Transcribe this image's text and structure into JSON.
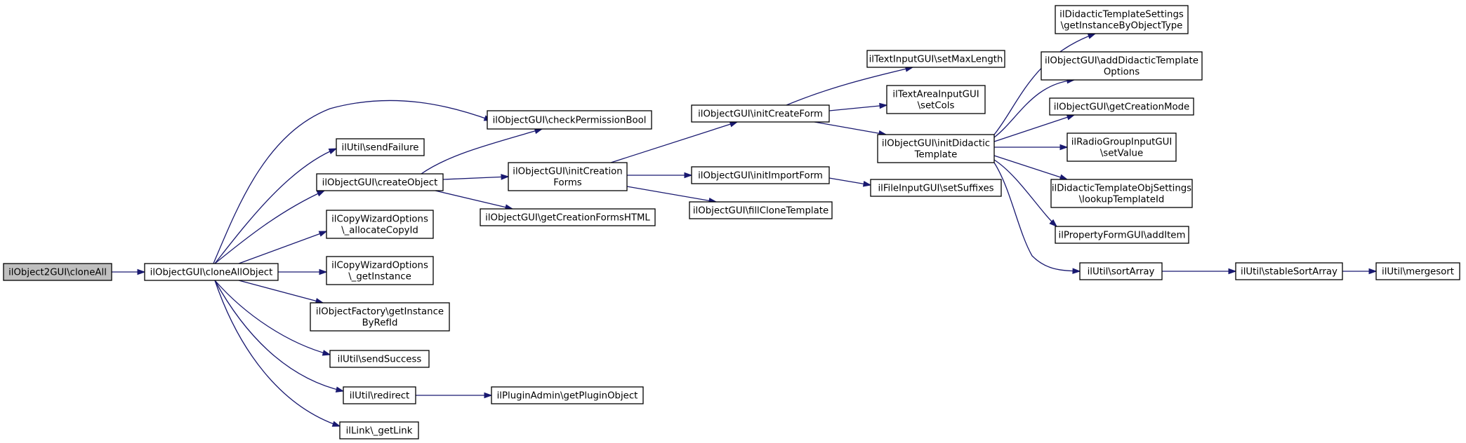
{
  "nodes": [
    {
      "id": "root",
      "lines": [
        "ilObject2GUI\\cloneAll"
      ],
      "root": true
    },
    {
      "id": "cloneAllObject",
      "lines": [
        "ilObjectGUI\\cloneAllObject"
      ]
    },
    {
      "id": "checkPermissionBool",
      "lines": [
        "ilObjectGUI\\checkPermissionBool"
      ]
    },
    {
      "id": "sendFailure",
      "lines": [
        "ilUtil\\sendFailure"
      ]
    },
    {
      "id": "createObject",
      "lines": [
        "ilObjectGUI\\createObject"
      ]
    },
    {
      "id": "allocateCopyId",
      "lines": [
        "ilCopyWizardOptions",
        "\\_allocateCopyId"
      ]
    },
    {
      "id": "getInstanceCWO",
      "lines": [
        "ilCopyWizardOptions",
        "\\_getInstance"
      ]
    },
    {
      "id": "getInstanceByRefId",
      "lines": [
        "ilObjectFactory\\getInstance",
        "ByRefId"
      ]
    },
    {
      "id": "sendSuccess",
      "lines": [
        "ilUtil\\sendSuccess"
      ]
    },
    {
      "id": "redirect",
      "lines": [
        "ilUtil\\redirect"
      ]
    },
    {
      "id": "getLink",
      "lines": [
        "ilLink\\_getLink"
      ]
    },
    {
      "id": "getPluginObject",
      "lines": [
        "ilPluginAdmin\\getPluginObject"
      ]
    },
    {
      "id": "initCreationForms",
      "lines": [
        "ilObjectGUI\\initCreation",
        "Forms"
      ]
    },
    {
      "id": "getCreationFormsHTML",
      "lines": [
        "ilObjectGUI\\getCreationFormsHTML"
      ]
    },
    {
      "id": "initCreateForm",
      "lines": [
        "ilObjectGUI\\initCreateForm"
      ]
    },
    {
      "id": "initImportForm",
      "lines": [
        "ilObjectGUI\\initImportForm"
      ]
    },
    {
      "id": "fillCloneTemplate",
      "lines": [
        "ilObjectGUI\\fillCloneTemplate"
      ]
    },
    {
      "id": "setMaxLength",
      "lines": [
        "ilTextInputGUI\\setMaxLength"
      ]
    },
    {
      "id": "setCols",
      "lines": [
        "ilTextAreaInputGUI",
        "\\setCols"
      ]
    },
    {
      "id": "initDidacticTemplate",
      "lines": [
        "ilObjectGUI\\initDidactic",
        "Template"
      ]
    },
    {
      "id": "setSuffixes",
      "lines": [
        "ilFileInputGUI\\setSuffixes"
      ]
    },
    {
      "id": "getInstanceByObjectType",
      "lines": [
        "ilDidacticTemplateSettings",
        "\\getInstanceByObjectType"
      ]
    },
    {
      "id": "addDidacticTemplateOptions",
      "lines": [
        "ilObjectGUI\\addDidacticTemplate",
        "Options"
      ]
    },
    {
      "id": "getCreationMode",
      "lines": [
        "ilObjectGUI\\getCreationMode"
      ]
    },
    {
      "id": "setValue",
      "lines": [
        "ilRadioGroupInputGUI",
        "\\setValue"
      ]
    },
    {
      "id": "lookupTemplateId",
      "lines": [
        "ilDidacticTemplateObjSettings",
        "\\lookupTemplateId"
      ]
    },
    {
      "id": "addItem",
      "lines": [
        "ilPropertyFormGUI\\addItem"
      ]
    },
    {
      "id": "sortArray",
      "lines": [
        "ilUtil\\sortArray"
      ]
    },
    {
      "id": "stableSortArray",
      "lines": [
        "ilUtil\\stableSortArray"
      ]
    },
    {
      "id": "mergesort",
      "lines": [
        "ilUtil\\mergesort"
      ]
    }
  ],
  "edges": [
    [
      "root",
      "cloneAllObject"
    ],
    [
      "cloneAllObject",
      "checkPermissionBool"
    ],
    [
      "cloneAllObject",
      "sendFailure"
    ],
    [
      "cloneAllObject",
      "createObject"
    ],
    [
      "cloneAllObject",
      "allocateCopyId"
    ],
    [
      "cloneAllObject",
      "getInstanceCWO"
    ],
    [
      "cloneAllObject",
      "getInstanceByRefId"
    ],
    [
      "cloneAllObject",
      "sendSuccess"
    ],
    [
      "cloneAllObject",
      "redirect"
    ],
    [
      "cloneAllObject",
      "getLink"
    ],
    [
      "createObject",
      "checkPermissionBool"
    ],
    [
      "createObject",
      "initCreationForms"
    ],
    [
      "createObject",
      "getCreationFormsHTML"
    ],
    [
      "redirect",
      "getPluginObject"
    ],
    [
      "initCreationForms",
      "initCreateForm"
    ],
    [
      "initCreationForms",
      "initImportForm"
    ],
    [
      "initCreationForms",
      "fillCloneTemplate"
    ],
    [
      "initCreateForm",
      "setMaxLength"
    ],
    [
      "initCreateForm",
      "setCols"
    ],
    [
      "initCreateForm",
      "initDidacticTemplate"
    ],
    [
      "initImportForm",
      "setSuffixes"
    ],
    [
      "initDidacticTemplate",
      "getInstanceByObjectType"
    ],
    [
      "initDidacticTemplate",
      "addDidacticTemplateOptions"
    ],
    [
      "initDidacticTemplate",
      "getCreationMode"
    ],
    [
      "initDidacticTemplate",
      "setValue"
    ],
    [
      "initDidacticTemplate",
      "lookupTemplateId"
    ],
    [
      "initDidacticTemplate",
      "addItem"
    ],
    [
      "initDidacticTemplate",
      "sortArray"
    ],
    [
      "sortArray",
      "stableSortArray"
    ],
    [
      "stableSortArray",
      "mergesort"
    ]
  ],
  "colors": {
    "edge": "#191970",
    "root_fill": "#bfbfbf",
    "node_fill": "#ffffff",
    "border": "#000000"
  }
}
